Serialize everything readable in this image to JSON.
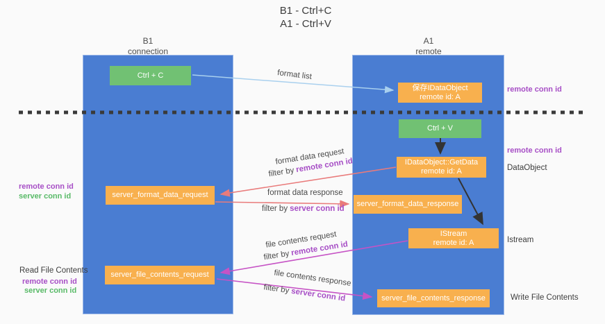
{
  "title": {
    "line1": "B1 - Ctrl+C",
    "line2": "A1 - Ctrl+V"
  },
  "lanes": {
    "left": {
      "name": "B1",
      "role": "connection"
    },
    "right": {
      "name": "A1",
      "role": "remote"
    }
  },
  "nodes": {
    "ctrl_c": {
      "label": "Ctrl + C"
    },
    "save_idataobject": {
      "line1": "保存IDataObject",
      "line2": "remote id: A"
    },
    "ctrl_v": {
      "label": "Ctrl + V"
    },
    "getdata": {
      "line1": "IDataObject::GetData",
      "line2": "remote id: A"
    },
    "server_format_data_request": {
      "label": "server_format_data_request"
    },
    "server_format_data_response": {
      "label": "server_format_data_response"
    },
    "istream": {
      "line1": "IStream",
      "line2": "remote id: A"
    },
    "server_file_contents_request": {
      "label": "server_file_contents_request"
    },
    "server_file_contents_response": {
      "label": "server_file_contents_response"
    }
  },
  "flow_labels": {
    "format_list": "format list",
    "format_data_request": {
      "line1": "format data request",
      "prefix": "filter by",
      "highlight": "remote conn id"
    },
    "format_data_response": {
      "line1": "format data response",
      "prefix": "filter by",
      "highlight": "server conn id"
    },
    "file_contents_request": {
      "line1": "file contents request",
      "prefix": "filter by",
      "highlight": "remote conn id"
    },
    "file_contents_response": {
      "line1": "file contents response",
      "prefix": "filter by",
      "highlight": "server conn id"
    }
  },
  "annotations": {
    "right_remote_conn_id_top": "remote conn id",
    "right_remote_conn_id_mid": "remote conn id",
    "dataobject": "DataObject",
    "istream": "Istream",
    "write_file_contents": "Write File Contents",
    "left_remote_conn_id_mid": "remote conn id",
    "left_server_conn_id_mid": "server conn id",
    "read_file_contents": "Read File Contents",
    "left_remote_conn_id_bottom": "remote conn id",
    "left_server_conn_id_bottom": "server conn id"
  },
  "colors": {
    "background": "#fafafa",
    "lane_blue": "#4a7dd2",
    "node_orange": "#f8b04e",
    "node_green": "#71c173",
    "remote_conn_purple": "#a74fc6",
    "server_conn_green": "#58ba67",
    "request_arrow_red": "#e97b7b",
    "response_arrow_magenta": "#c653c5",
    "format_list_arrow_blue": "#a9d0ee",
    "black_arrow": "#333333",
    "dashed_separator": "#3a3a3a"
  }
}
